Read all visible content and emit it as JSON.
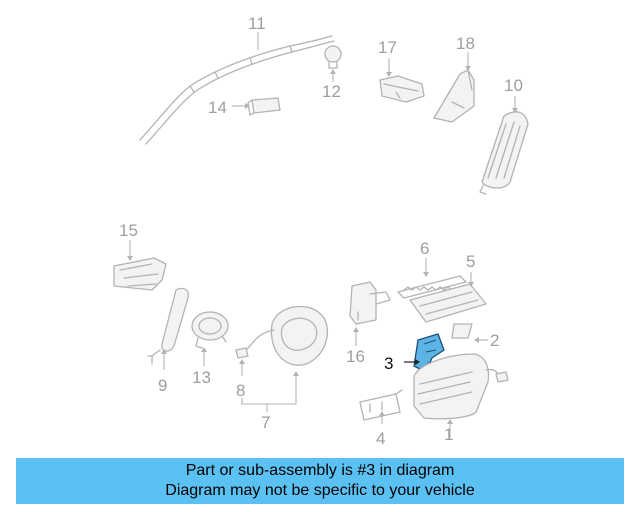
{
  "callouts": {
    "c1": "1",
    "c2": "2",
    "c3": "3",
    "c4": "4",
    "c5": "5",
    "c6": "6",
    "c7": "7",
    "c8": "8",
    "c9": "9",
    "c10": "10",
    "c11": "11",
    "c12": "12",
    "c13": "13",
    "c14": "14",
    "c15": "15",
    "c16": "16",
    "c17": "17",
    "c18": "18"
  },
  "highlighted_part": "3",
  "banner": {
    "line1": "Part or sub-assembly is #3 in diagram",
    "line2": "Diagram may not be specific to your vehicle",
    "color": "#5bc1f3"
  },
  "colors": {
    "highlight_fill": "#5bb3e6",
    "line_gray": "#b3b3b3"
  }
}
